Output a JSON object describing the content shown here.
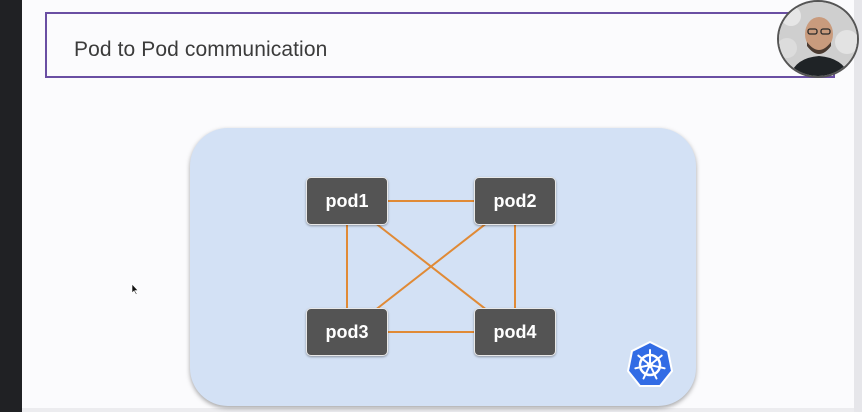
{
  "slide": {
    "title": "Pod to Pod communication"
  },
  "diagram": {
    "pods": [
      {
        "id": "pod1",
        "label": "pod1"
      },
      {
        "id": "pod2",
        "label": "pod2"
      },
      {
        "id": "pod3",
        "label": "pod3"
      },
      {
        "id": "pod4",
        "label": "pod4"
      }
    ],
    "connections": [
      [
        "pod1",
        "pod2"
      ],
      [
        "pod3",
        "pod4"
      ],
      [
        "pod1",
        "pod3"
      ],
      [
        "pod2",
        "pod4"
      ],
      [
        "pod1",
        "pod4"
      ],
      [
        "pod2",
        "pod3"
      ]
    ]
  },
  "colors": {
    "accent_border": "#6a4fa3",
    "cluster_fill": "#d3e1f5",
    "pod_fill": "#545454",
    "edge": "#e08a36",
    "k8s_blue": "#326ce5"
  },
  "icons": {
    "presenter": "presenter-avatar",
    "logo": "kubernetes-logo-icon",
    "pointer": "mouse-cursor-icon"
  }
}
